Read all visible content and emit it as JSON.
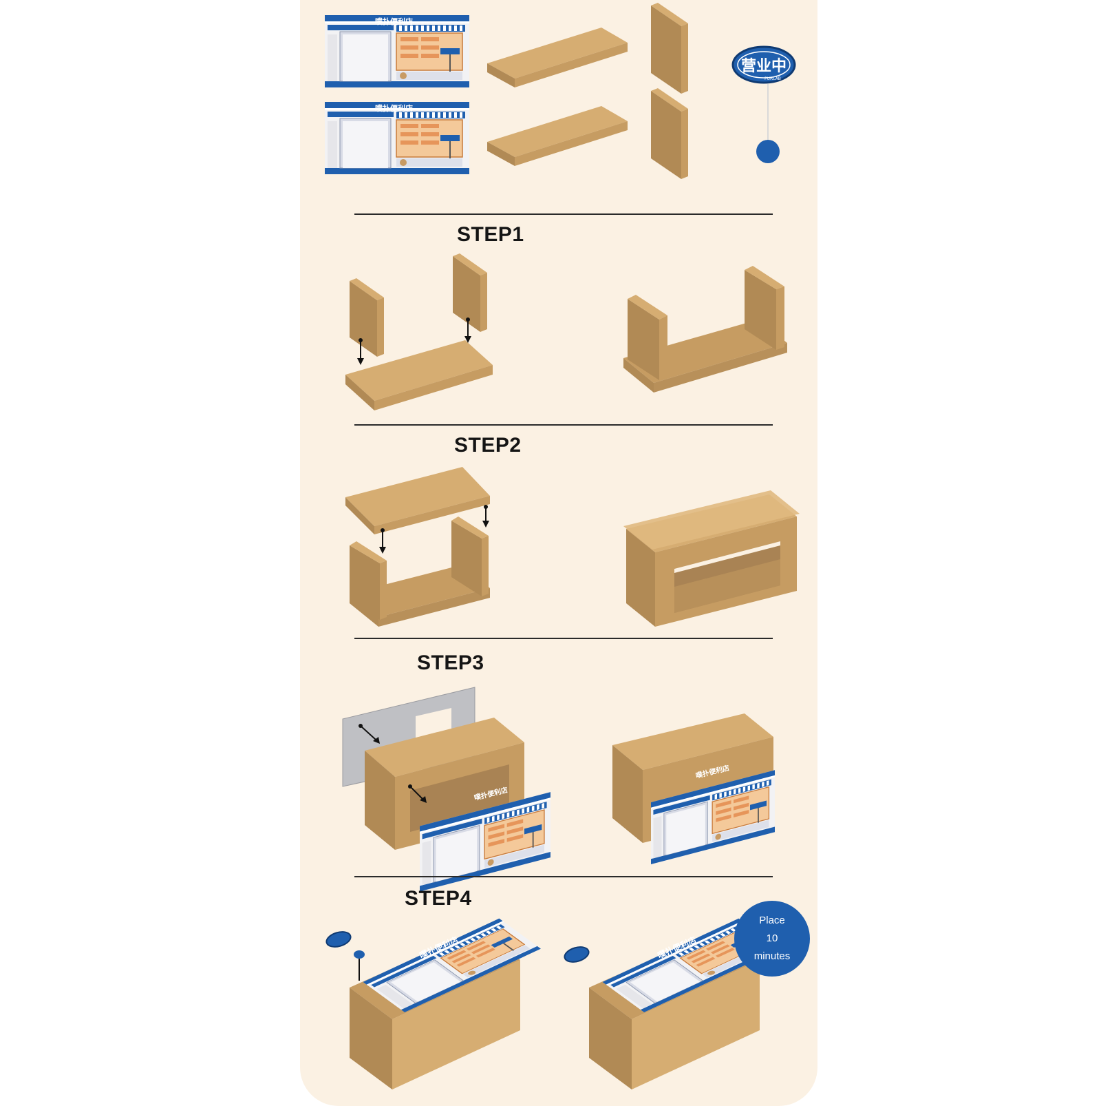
{
  "steps": {
    "step1": "STEP1",
    "step2": "STEP2",
    "step3": "STEP3",
    "step4": "STEP4"
  },
  "sign": {
    "text": "营业中",
    "brand": "PURLAB"
  },
  "shop": {
    "name": "噗扑便利店"
  },
  "note": {
    "line1": "Place",
    "line2": "10",
    "line3": "minutes"
  },
  "colors": {
    "wood_top": "#d6ad72",
    "wood_side": "#b18a55",
    "wood_front": "#c69c62",
    "brand_blue": "#1f5fae",
    "background": "#fbf1e3"
  }
}
